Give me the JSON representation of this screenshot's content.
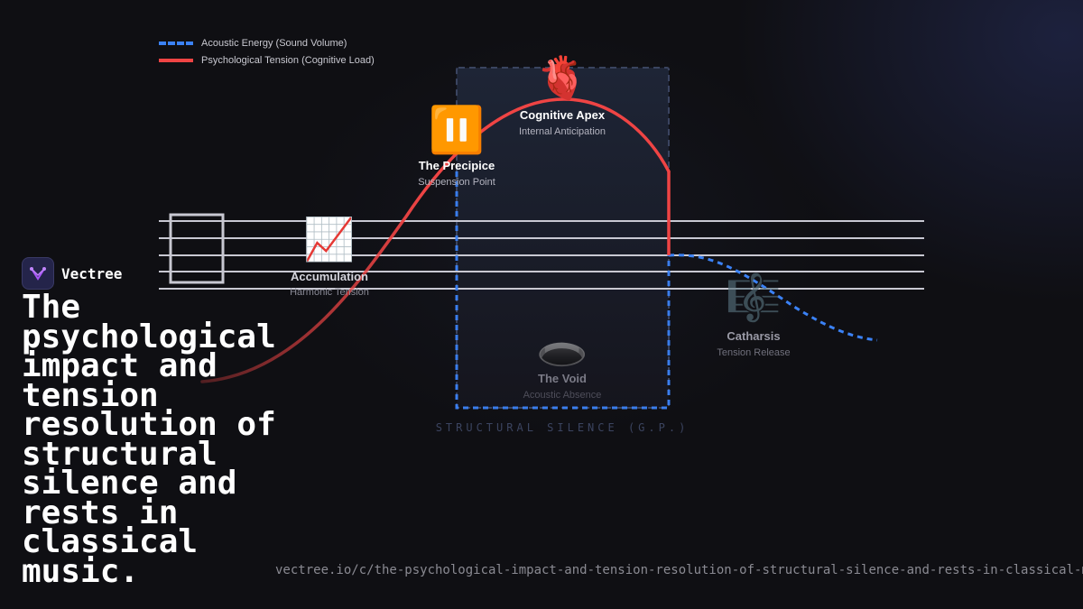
{
  "brand": {
    "name": "Vectree",
    "logo_icon": "vectree-logo-icon"
  },
  "headline": "The psychological impact and tension resolution of structural silence and rests in classical music.",
  "url": "vectree.io/c/the-psychological-impact-and-tension-resolution-of-structural-silence-and-rests-in-classical-music",
  "legend": [
    {
      "label": "Acoustic Energy (Sound Volume)",
      "style": "dashed",
      "color": "#3b82f6"
    },
    {
      "label": "Psychological Tension (Cognitive Load)",
      "style": "solid",
      "color": "#ef4444"
    }
  ],
  "silence_zone_caption": "STRUCTURAL SILENCE (G.P.)",
  "stages": [
    {
      "title": "Accumulation",
      "subtitle": "Harmonic Tension",
      "icon": "chart-increasing-icon",
      "glyph": "📈"
    },
    {
      "title": "The Precipice",
      "subtitle": "Suspension Point",
      "icon": "pause-button-icon",
      "glyph": "⏸️"
    },
    {
      "title": "Cognitive Apex",
      "subtitle": "Internal Anticipation",
      "icon": "anatomical-heart-icon",
      "glyph": "🫀"
    },
    {
      "title": "The Void",
      "subtitle": "Acoustic Absence",
      "icon": "hole-icon",
      "glyph": "🕳️"
    },
    {
      "title": "Catharsis",
      "subtitle": "Tension Release",
      "icon": "musical-score-icon",
      "glyph": "🎼"
    }
  ],
  "colors": {
    "energy": "#3b82f6",
    "tension": "#ef4444",
    "background": "#0f0f13"
  }
}
